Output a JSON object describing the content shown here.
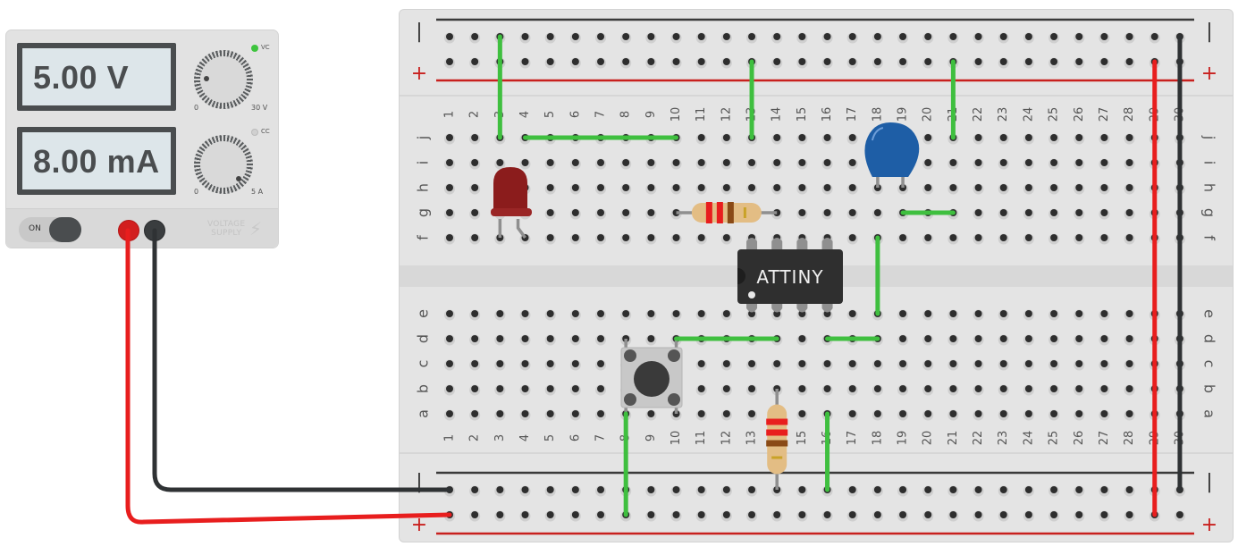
{
  "power_supply": {
    "voltage_display": "5.00 V",
    "current_display": "8.00 mA",
    "voltage_knob": {
      "min_label": "0",
      "max_label": "30 V",
      "setting_volts": 5
    },
    "current_knob": {
      "min_label": "0",
      "max_label": "5 A"
    },
    "vc_indicator": {
      "label": "VC",
      "state": "on",
      "color": "#3ec43e"
    },
    "cc_indicator": {
      "label": "CC",
      "state": "off",
      "color": "#c9c9c9"
    },
    "power_toggle": {
      "label": "ON",
      "state": "on"
    },
    "brand_label_line1": "VOLTAGE",
    "brand_label_line2": "SUPPLY",
    "positive_terminal_color": "#d21e1e",
    "negative_terminal_color": "#3a3d3f"
  },
  "breadboard": {
    "columns": [
      "1",
      "2",
      "3",
      "4",
      "5",
      "6",
      "7",
      "8",
      "9",
      "10",
      "11",
      "12",
      "13",
      "14",
      "15",
      "16",
      "17",
      "18",
      "19",
      "20",
      "21",
      "22",
      "23",
      "24",
      "25",
      "26",
      "27",
      "28",
      "29",
      "30"
    ],
    "top_rows": [
      "j",
      "i",
      "h",
      "g",
      "f"
    ],
    "bottom_rows": [
      "e",
      "d",
      "c",
      "b",
      "a"
    ],
    "rail_minus": "−",
    "rail_plus": "+",
    "rail_minus_color": "#3a3a3a",
    "rail_plus_color": "#c8201e"
  },
  "components": {
    "chip": {
      "label": "ATTINY",
      "pins_top": [
        "13",
        "14",
        "15",
        "16"
      ],
      "pins_bottom": [
        "13",
        "14",
        "15",
        "16"
      ]
    },
    "led": {
      "color": "#8b1c1c",
      "legs": [
        "f3",
        "f4"
      ]
    },
    "resistor_horizontal": {
      "from": "g10",
      "to": "g14",
      "bands": [
        "#e81e1e",
        "#e81e1e",
        "#8a4a16",
        "#c9a227"
      ]
    },
    "resistor_vertical": {
      "from": "b14",
      "to": "bottom-minus-14",
      "bands": [
        "#e81e1e",
        "#e81e1e",
        "#8a4a16",
        "#c9a227"
      ]
    },
    "capacitor": {
      "color": "#1e5ea6",
      "legs": [
        "h18",
        "h19"
      ]
    },
    "pushbutton": {
      "pins": [
        "d8",
        "d10",
        "a8",
        "a10"
      ]
    }
  },
  "wires": [
    {
      "color": "#3fbf3f",
      "from": "top-minus-3",
      "to": "j3"
    },
    {
      "color": "#3fbf3f",
      "from": "j4",
      "to": "j10"
    },
    {
      "color": "#3fbf3f",
      "from": "top-plus-13",
      "to": "j13"
    },
    {
      "color": "#3fbf3f",
      "from": "top-plus-21",
      "to": "j21"
    },
    {
      "color": "#3fbf3f",
      "from": "g19",
      "to": "g21"
    },
    {
      "color": "#3fbf3f",
      "from": "f18",
      "to": "e18"
    },
    {
      "color": "#3fbf3f",
      "from": "d10",
      "to": "d14"
    },
    {
      "color": "#3fbf3f",
      "from": "d16",
      "to": "d18"
    },
    {
      "color": "#3fbf3f",
      "from": "a8",
      "to": "bottom-plus-8"
    },
    {
      "color": "#3fbf3f",
      "from": "a16",
      "to": "bottom-minus-16"
    },
    {
      "color": "#e81e1e",
      "from": "top-plus-29",
      "to": "bottom-plus-29"
    },
    {
      "color": "#2f3234",
      "from": "top-minus-30",
      "to": "bottom-minus-30"
    },
    {
      "color": "#2f3234",
      "from": "psu-negative",
      "to": "bottom-minus-1"
    },
    {
      "color": "#e81e1e",
      "from": "psu-positive",
      "to": "bottom-plus-1"
    }
  ]
}
